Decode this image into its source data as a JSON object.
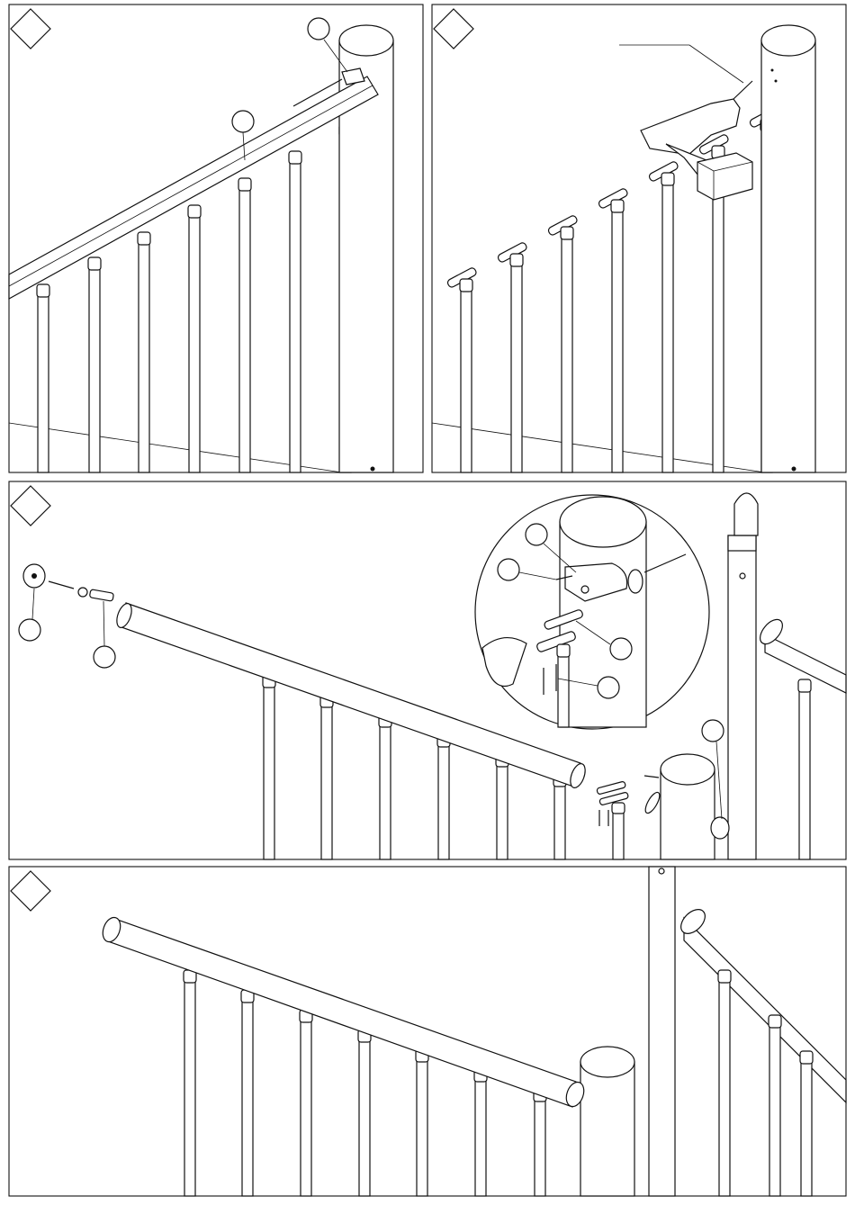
{
  "steps": [
    {
      "id": "step-1",
      "marker": "",
      "callouts": [
        "",
        ""
      ]
    },
    {
      "id": "step-2",
      "marker": "",
      "callouts": [
        ""
      ]
    },
    {
      "id": "step-3",
      "marker": "",
      "callouts": [
        "",
        "",
        "",
        "",
        "",
        "",
        ""
      ]
    },
    {
      "id": "step-4",
      "marker": "",
      "callouts": []
    }
  ],
  "colors": {
    "line": "#111111",
    "paper": "#ffffff"
  }
}
